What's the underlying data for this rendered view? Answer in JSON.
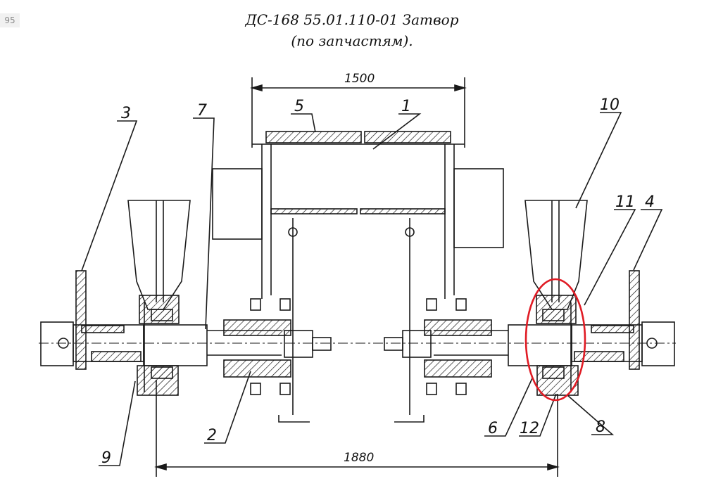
{
  "page": {
    "corner_tag": "95",
    "title_line1": "ДС-168 55.01.110-01 Затвор",
    "title_line2": "(по запчастям)."
  },
  "dimensions": {
    "top": "1500",
    "bottom": "1880"
  },
  "part_labels": [
    "1",
    "2",
    "3",
    "4",
    "5",
    "6",
    "7",
    "8",
    "9",
    "10",
    "11",
    "12"
  ],
  "highlight": {
    "color": "#e01b24"
  },
  "colors": {
    "ink": "#1a1a1a"
  }
}
